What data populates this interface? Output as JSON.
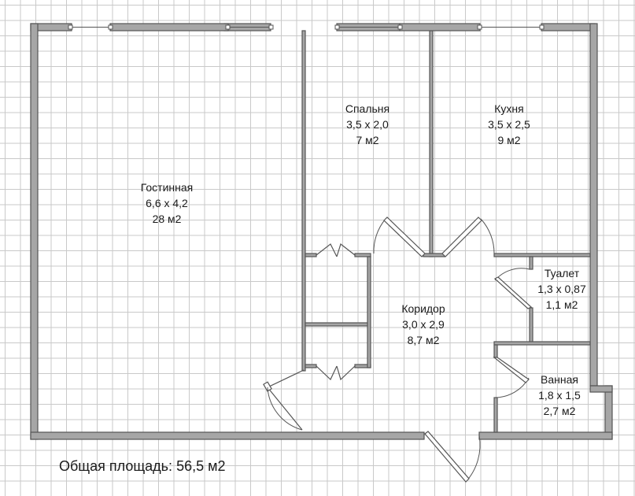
{
  "rooms": {
    "living": {
      "name": "Гостинная",
      "dims": "6,6 x 4,2",
      "area": "28 м2"
    },
    "bedroom": {
      "name": "Спальня",
      "dims": "3,5 x 2,0",
      "area": "7 м2"
    },
    "kitchen": {
      "name": "Кухня",
      "dims": "3,5 x 2,5",
      "area": "9 м2"
    },
    "corridor": {
      "name": "Коридор",
      "dims": "3,0 x 2,9",
      "area": "8,7 м2"
    },
    "toilet": {
      "name": "Туалет",
      "dims": "1,3 x 0,87",
      "area": "1,1 м2"
    },
    "bathroom": {
      "name": "Ванная",
      "dims": "1,8 x 1,5",
      "area": "2,7 м2"
    }
  },
  "total": {
    "label": "Общая площадь:",
    "value": "56,5 м2"
  },
  "colors": {
    "wall_fill": "#a6a6a6",
    "wall_stroke": "#555555",
    "grid": "#c9c9c9"
  }
}
